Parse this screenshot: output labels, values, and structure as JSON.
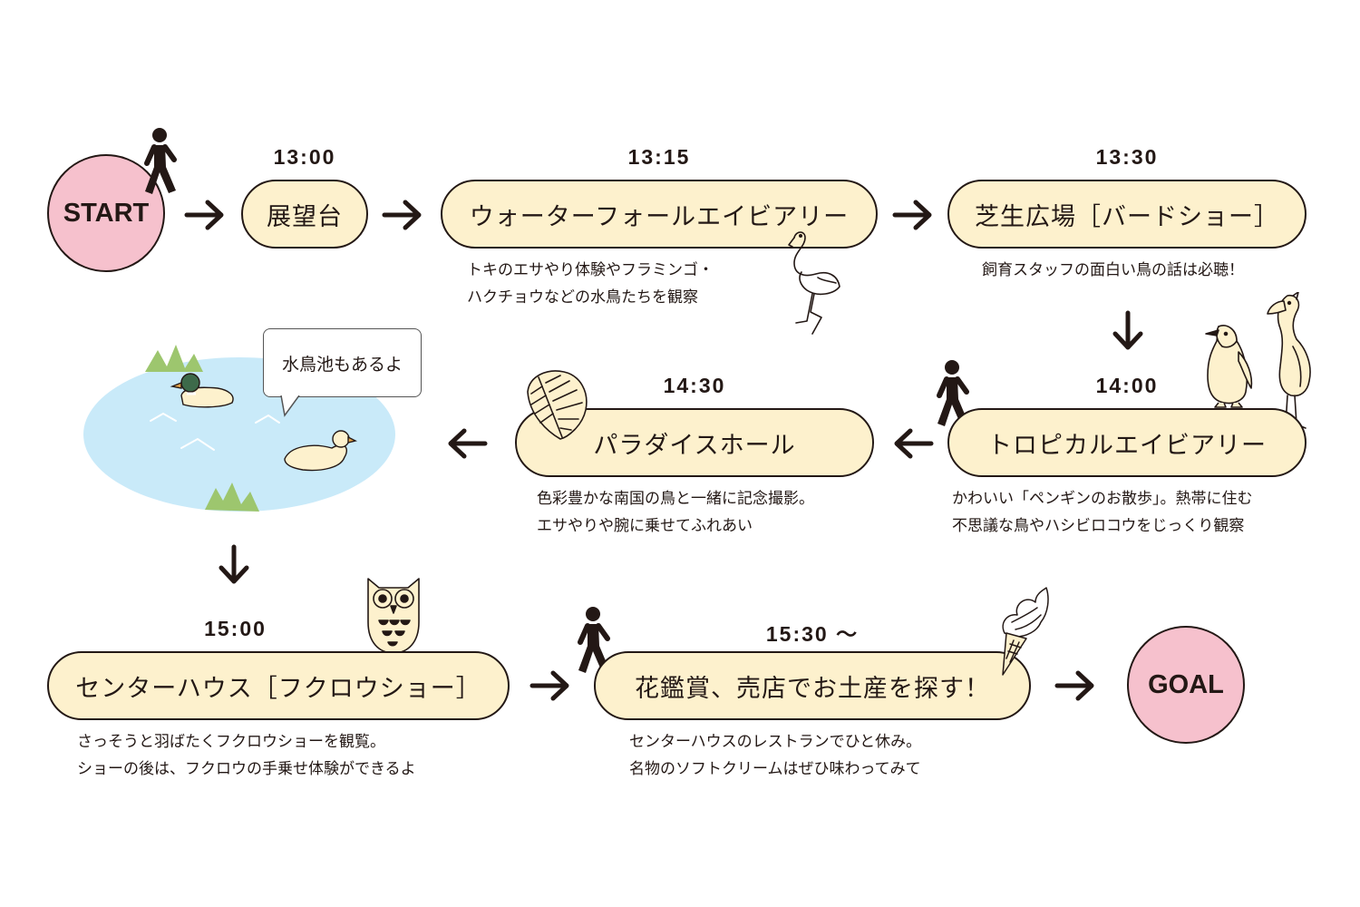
{
  "start": {
    "label": "START"
  },
  "goal": {
    "label": "GOAL"
  },
  "steps": [
    {
      "time": "13:00",
      "title": "展望台"
    },
    {
      "time": "13:15",
      "title": "ウォーターフォールエイビアリー",
      "desc": [
        "トキのエサやり体験やフラミンゴ・",
        "ハクチョウなどの水鳥たちを観察"
      ]
    },
    {
      "time": "13:30",
      "title": "芝生広場［バードショー］",
      "desc": [
        "飼育スタッフの面白い鳥の話は必聴！"
      ]
    },
    {
      "time": "14:00",
      "title": "トロピカルエイビアリー",
      "desc": [
        "かわいい「ペンギンのお散歩」。熱帯に住む",
        "不思議な鳥やハシビロコウをじっくり観察"
      ]
    },
    {
      "time": "14:30",
      "title": "パラダイスホール",
      "desc": [
        "色彩豊かな南国の鳥と一緒に記念撮影。",
        "エサやりや腕に乗せてふれあい"
      ]
    },
    {
      "time": "15:00",
      "title": "センターハウス［フクロウショー］",
      "desc": [
        "さっそうと羽ばたくフクロウショーを観覧。",
        "ショーの後は、フクロウの手乗せ体験ができるよ"
      ]
    },
    {
      "time": "15:30 ～",
      "title": "花鑑賞、売店でお土産を探す！",
      "desc": [
        "センターハウスのレストランでひと休み。",
        "名物のソフトクリームはぜひ味わってみて"
      ]
    }
  ],
  "pond": {
    "bubble": "水鳥池もあるよ"
  },
  "colors": {
    "pill_fill": "#fdf1cd",
    "circle_fill": "#f6c1cd",
    "pond": "#c9eaf9",
    "grass": "#9dc66e",
    "ink": "#231815"
  }
}
